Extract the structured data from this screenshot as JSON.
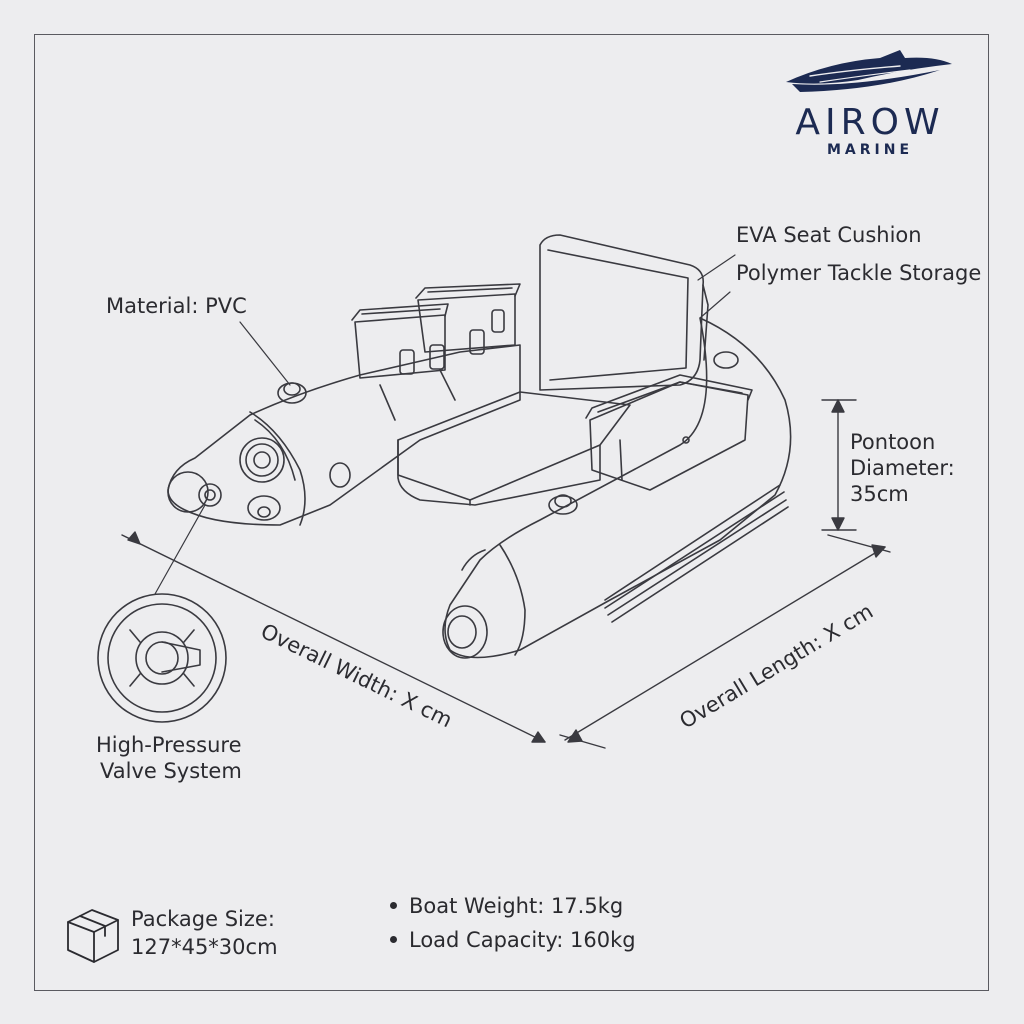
{
  "brand": {
    "name": "AIROW",
    "subtitle": "MARINE",
    "color": "#1c2a52",
    "logo_icon": "speedboat-logo-icon"
  },
  "labels": {
    "material": "Material: PVC",
    "seat": "EVA Seat Cushion",
    "storage": "Polymer Tackle Storage",
    "pontoon_line1": "Pontoon",
    "pontoon_line2": "Diameter:",
    "pontoon_line3": "35cm",
    "overall_width": "Overall Width: X cm",
    "overall_length": "Overall Length: X cm",
    "valve_line1": "High-Pressure",
    "valve_line2": "Valve System"
  },
  "specs": {
    "package_label": "Package Size:",
    "package_value": "127*45*30cm",
    "package_icon": "box-icon",
    "items": [
      "Boat Weight: 17.5kg",
      "Load Capacity: 160kg"
    ]
  }
}
